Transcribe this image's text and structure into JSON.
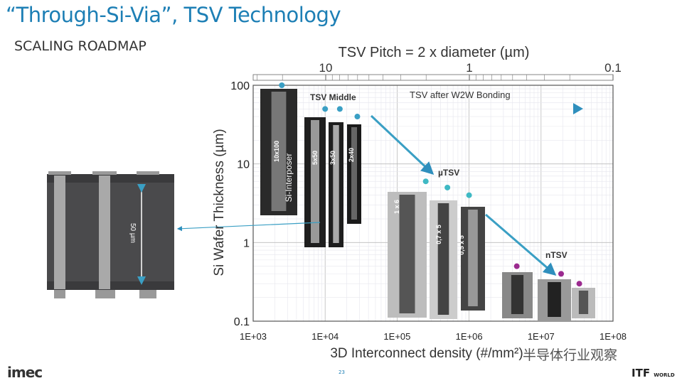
{
  "slide": {
    "title": "“Through-Si-Via”, TSV Technology",
    "subtitle": "SCALING ROADMAP",
    "logo": "imec",
    "page_number": "23",
    "footer_brand": "ITF",
    "footer_brand_sub": "WORLD",
    "watermark": "半导体行业观察",
    "inset_scale_label": "50 µm",
    "accent_color": "#1d7fb5"
  },
  "chart_data": {
    "type": "scatter",
    "title": "",
    "xlabel": "3D Interconnect density (#/mm²)",
    "ylabel": "Si Wafer Thickness (µm)",
    "x_scale": "log",
    "y_scale": "log",
    "xlim": [
      1000,
      100000000
    ],
    "ylim": [
      0.1,
      100
    ],
    "x_ticks": [
      "1E+03",
      "1E+04",
      "1E+05",
      "1E+06",
      "1E+07",
      "1E+08"
    ],
    "y_ticks": [
      "100",
      "10",
      "1",
      "0.1"
    ],
    "grid": true,
    "top_axis": {
      "label": "TSV Pitch = 2 x diameter (µm)",
      "ticks": [
        "10",
        "1",
        "0.1"
      ]
    },
    "series": [
      {
        "name": "TSV Middle",
        "color": "#3a9fc4",
        "points": [
          {
            "x": 2500,
            "y": 100,
            "label": "10x100",
            "note": "Si-Interposer"
          },
          {
            "x": 10000,
            "y": 50,
            "label": "5x50"
          },
          {
            "x": 16000,
            "y": 50,
            "label": "3x50"
          },
          {
            "x": 28000,
            "y": 40,
            "label": "2x40"
          }
        ]
      },
      {
        "name": "µTSV",
        "color": "#3fb9c4",
        "points": [
          {
            "x": 250000,
            "y": 6,
            "label": "1 x 6"
          },
          {
            "x": 500000,
            "y": 5,
            "label": "0,7 x 5"
          },
          {
            "x": 1000000,
            "y": 4,
            "label": "0,5 x 5"
          }
        ]
      },
      {
        "name": "nTSV",
        "color": "#9b2a8f",
        "points": [
          {
            "x": 4600000,
            "y": 0.5
          },
          {
            "x": 19000000,
            "y": 0.4
          },
          {
            "x": 34000000,
            "y": 0.3
          }
        ]
      }
    ],
    "annotations": [
      "TSV after W2W Bonding"
    ]
  }
}
